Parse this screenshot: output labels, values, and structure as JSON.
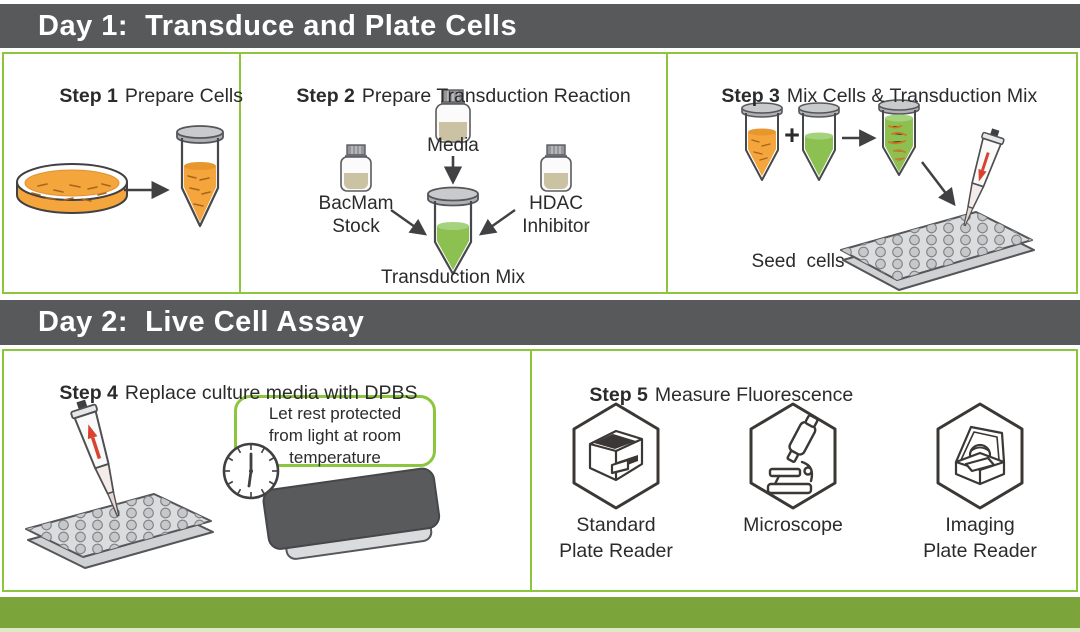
{
  "colors": {
    "header_bg": "#58595B",
    "accent_green": "#8CC63F",
    "footer_green": "#7BA43B",
    "cells_orange": "#F4A53C",
    "mix_green": "#8CC152",
    "pipette_red": "#D8432F"
  },
  "day1": {
    "title": "Day 1:  Transduce and Plate Cells",
    "steps": {
      "step1": {
        "label": "Step 1",
        "title": "Prepare Cells"
      },
      "step2": {
        "label": "Step 2",
        "title": "Prepare Transduction Reaction",
        "items": {
          "media": "Media",
          "bacmam": "BacMam\nStock",
          "hdac": "HDAC\nInhibitor",
          "mix": "Transduction Mix"
        }
      },
      "step3": {
        "label": "Step 3",
        "title": "Mix Cells & Transduction Mix",
        "plus": "+",
        "seed": "Seed  cells"
      }
    }
  },
  "day2": {
    "title": "Day 2:  Live Cell Assay",
    "steps": {
      "step4": {
        "label": "Step 4",
        "title": "Replace culture media with DPBS",
        "callout": "Let rest protected\nfrom light at room\ntemperature"
      },
      "step5": {
        "label": "Step 5",
        "title": "Measure Fluorescence",
        "instruments": [
          {
            "name": "Standard\nPlate Reader"
          },
          {
            "name": "Microscope"
          },
          {
            "name": "Imaging\nPlate Reader"
          }
        ]
      }
    }
  }
}
